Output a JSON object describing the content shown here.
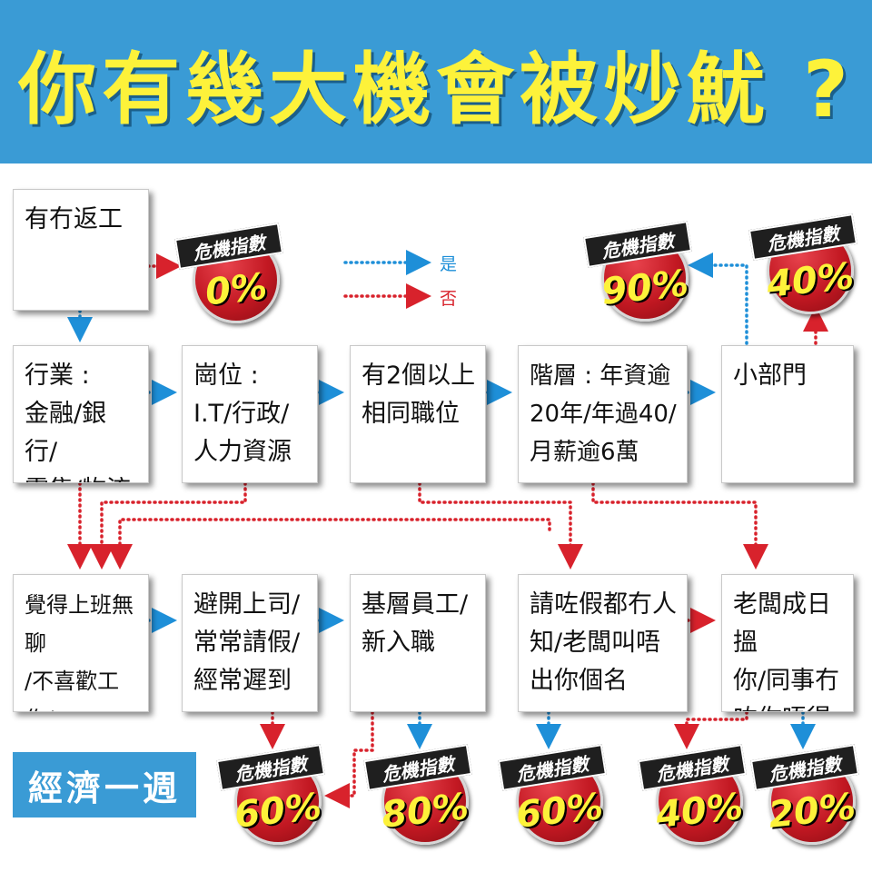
{
  "title": "你有幾大機會被炒魷 ?",
  "legend": {
    "yes": "是",
    "no": "否"
  },
  "colors": {
    "header_bg": "#3a9bd5",
    "title_text": "#fdf23a",
    "yes_arrow": "#1e8fd8",
    "no_arrow": "#d8222c",
    "badge_red": "#c21822"
  },
  "nodes": {
    "start": "有冇返工",
    "industry": "行業 :\n金融/銀行/\n零售/物流",
    "position": "崗位 :\nI.T/行政/\n人力資源",
    "duplicate": "有2個以上\n相同職位",
    "seniority": "階層 : 年資逾\n20年/年過40/\n月薪逾6萬",
    "small_dept": "小部門",
    "bored": "覺得上班無聊\n/不喜歡工作/\n不願加班",
    "avoid_boss": "避開上司/\n常常請假/\n經常遲到",
    "junior": "基層員工/\n新入職",
    "leave": "請咗假都冇人\n知/老闆叫唔\n出你個名",
    "boss_target": "老闆成日搵\n你/同事冇\n咗你唔得"
  },
  "risk_label": "危機指數",
  "risks": {
    "r0": "0%",
    "r90": "90%",
    "r40_top": "40%",
    "r60_left": "60%",
    "r80": "80%",
    "r60_mid": "60%",
    "r40_bottom": "40%",
    "r20": "20%"
  },
  "brand": "經濟一週"
}
